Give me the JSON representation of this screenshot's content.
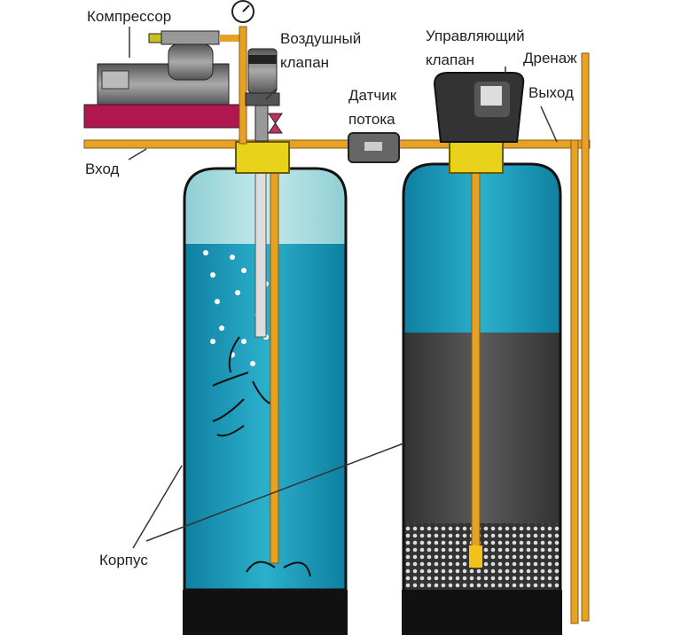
{
  "labels": {
    "compressor": "Компрессор",
    "air_valve_1": "Воздушный",
    "air_valve_2": "клапан",
    "control_valve_1": "Управляющий",
    "control_valve_2": "клапан",
    "drain": "Дренаж",
    "outlet": "Выход",
    "flow_sensor_1": "Датчик",
    "flow_sensor_2": "потока",
    "inlet": "Вход",
    "housing": "Корпус"
  },
  "colors": {
    "pipe": "#e6a224",
    "fitting": "#e8d21c",
    "water_light": "#a9dcdf",
    "water_dark": "#1c9bb8",
    "media": "#4a4a4a",
    "base": "#111111",
    "compressor_base": "#b0174f"
  }
}
